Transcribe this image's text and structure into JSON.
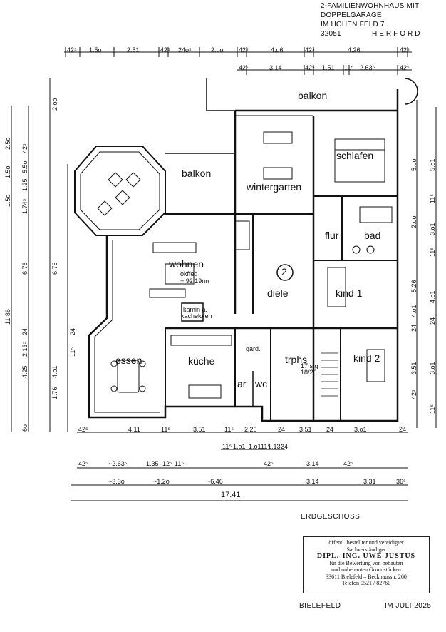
{
  "header": {
    "line1": "2-FAMILIENWOHNHAUS MIT",
    "line2": "DOPPELGARAGE",
    "line3": "IM HOHEN FELD 7",
    "postcode": "32051",
    "city": "HERFORD"
  },
  "rooms": {
    "balkon_top": "balkon",
    "balkon_mid": "balkon",
    "wintergarten": "wintergarten",
    "schlafen": "schlafen",
    "flur": "flur",
    "bad": "bad",
    "wohnen": "wohnen",
    "diele": "diele",
    "kind1": "kind 1",
    "kind2": "kind 2",
    "essen": "essen",
    "kueche": "küche",
    "trphs": "trphs",
    "ar": "ar",
    "wc": "wc",
    "unit_number": "2"
  },
  "annotations": {
    "okffeg": "okffeg",
    "elevation": "+ 92.19nn",
    "kamin": "kamin a.",
    "kachelofen": "kachelofen",
    "gard": "gard.",
    "stairs": "17 stg",
    "stairs_dim": "18/26"
  },
  "dimensions": {
    "top_row1": [
      "42⁵",
      "1.5o",
      "2.51",
      "42⁵",
      "24o⁵",
      "2.oo",
      "42⁵",
      "4.o6",
      "42⁵",
      "4.26",
      "42⁵"
    ],
    "top_row2": [
      "42⁵",
      "3.14",
      "42⁵",
      "1.51",
      "11⁵",
      "2.63⁵",
      "42⁵"
    ],
    "bottom_row1": [
      "42⁵",
      "4.11",
      "11⁵",
      "3.51",
      "11⁵",
      "2.26",
      "24",
      "3.51",
      "24",
      "3.o1",
      "24"
    ],
    "bottom_row2": [
      "11⁵",
      "1.o1",
      "1.o1",
      "11⁵",
      "1.13⁵",
      "24"
    ],
    "bottom_row3": [
      "42⁵",
      "~2.63⁵",
      "1.35",
      "12⁵",
      "11⁵",
      "42⁵",
      "3.14",
      "42⁵"
    ],
    "bottom_row4": [
      "~3.3o",
      "~1.2o",
      "~6.46",
      "3.14",
      "3.31",
      "36⁵"
    ],
    "total_width": "17.41",
    "left_col1": [
      "2.5o",
      "1.5o",
      "1.5o",
      "11.86"
    ],
    "left_col2": [
      "42⁵",
      "5.5o",
      "1.25",
      "1.74⁵",
      "6.76",
      "24",
      "2.13⁵",
      "4.25",
      "6o"
    ],
    "left_col3": [
      "2.oo",
      "6.76",
      "4.o1",
      "1.76",
      "24",
      "11⁵"
    ],
    "right_col1": [
      "5.oo",
      "2.oo",
      "5.26",
      "4.o1",
      "24",
      "3.51",
      "42⁵"
    ],
    "right_col2": [
      "5.o1",
      "11⁵",
      "3.o1",
      "11⁵",
      "4.o1",
      "24",
      "3.o1",
      "11⁵"
    ]
  },
  "labels": {
    "floor": "ERDGESCHOSS",
    "place": "BIELEFELD",
    "date": "IM JULI 2025"
  },
  "stamp": {
    "line1": "öffentl. bestellter und vereidigter",
    "line2": "Sachverständiger",
    "line3": "DIPL.-ING. UWE JUSTUS",
    "line4": "für die Bewertung von bebauten",
    "line5": "und unbebauten Grundstücken",
    "line6": "33611 Bielefeld – Beckhausstr. 260",
    "line7": "Telefon 0521 / 82760"
  }
}
